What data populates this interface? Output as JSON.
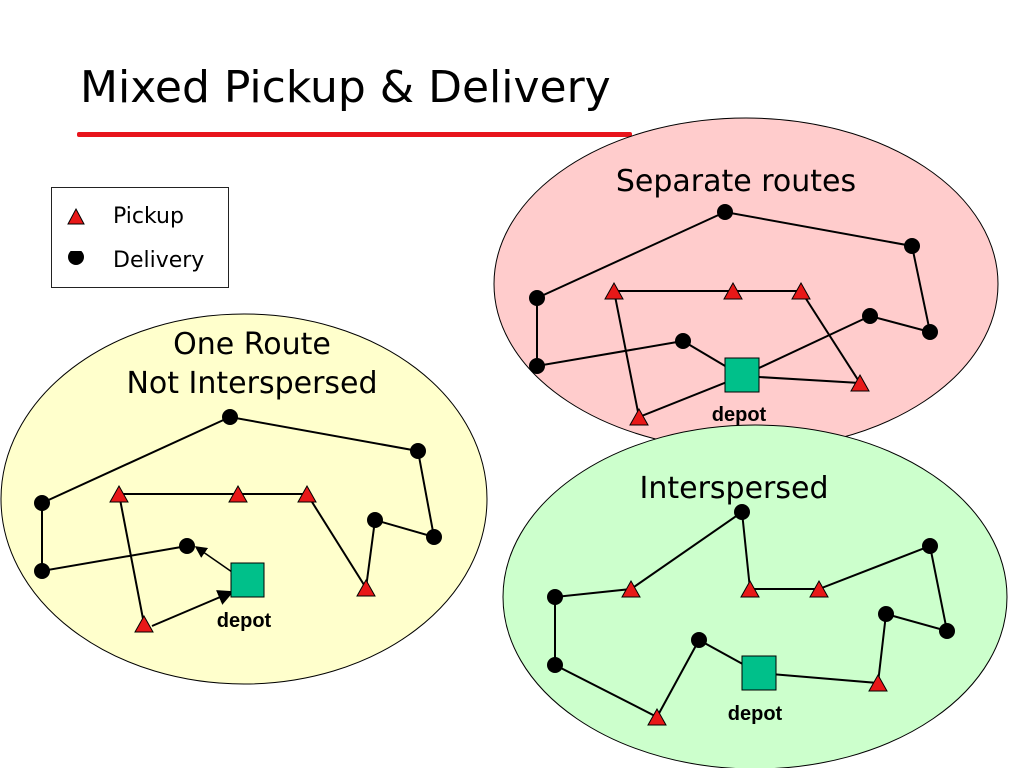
{
  "title": "Mixed Pickup & Delivery",
  "colors": {
    "accent_rule": "#e8141c",
    "pickup": "#e81818",
    "delivery": "#000000",
    "depot": "#00c08a",
    "region_separate": "#ffcccc",
    "region_one_route": "#ffffcc",
    "region_interspersed": "#ccffcc"
  },
  "legend": {
    "items": [
      {
        "label": "Pickup",
        "icon": "triangle-icon"
      },
      {
        "label": "Delivery",
        "icon": "circle-icon"
      }
    ]
  },
  "panels": {
    "one_route": {
      "label_line1": "One Route",
      "label_line2": "Not Interspersed",
      "depot_label": "depot"
    },
    "separate": {
      "label": "Separate routes",
      "depot_label": "depot"
    },
    "interspersed": {
      "label": "Interspersed",
      "depot_label": "depot"
    }
  }
}
